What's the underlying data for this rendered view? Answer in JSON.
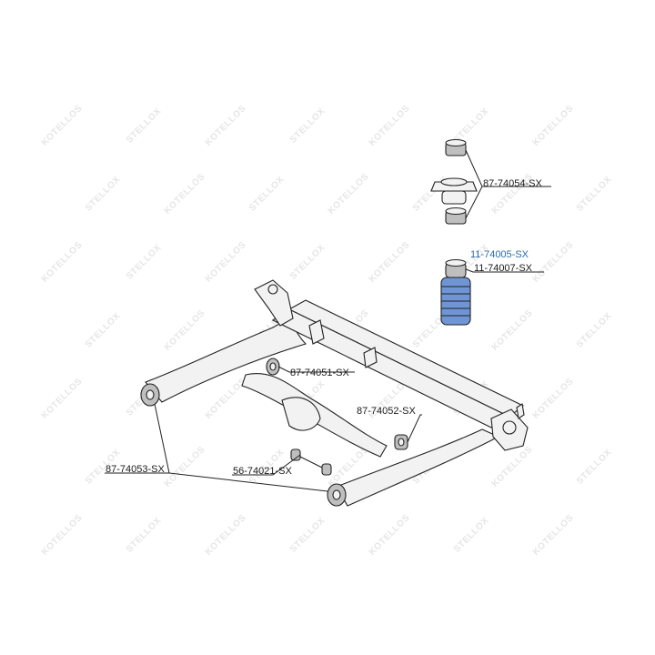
{
  "watermark": {
    "brands": [
      "KOTELLOS",
      "STELLOX"
    ]
  },
  "callouts": {
    "upper_mount": "87-74054-SX",
    "bump_stop_highlight": "11-74005-SX",
    "dust_boot": "11-74007-SX",
    "arm_bush_front": "87-74051-SX",
    "arm_bush_rear": "87-74052-SX",
    "beam_bush": "87-74053-SX",
    "link_rod": "56-74021-SX"
  },
  "colors": {
    "highlight": "#2b6cb0",
    "boot_fill": "#6f95d6",
    "line": "#222222"
  }
}
